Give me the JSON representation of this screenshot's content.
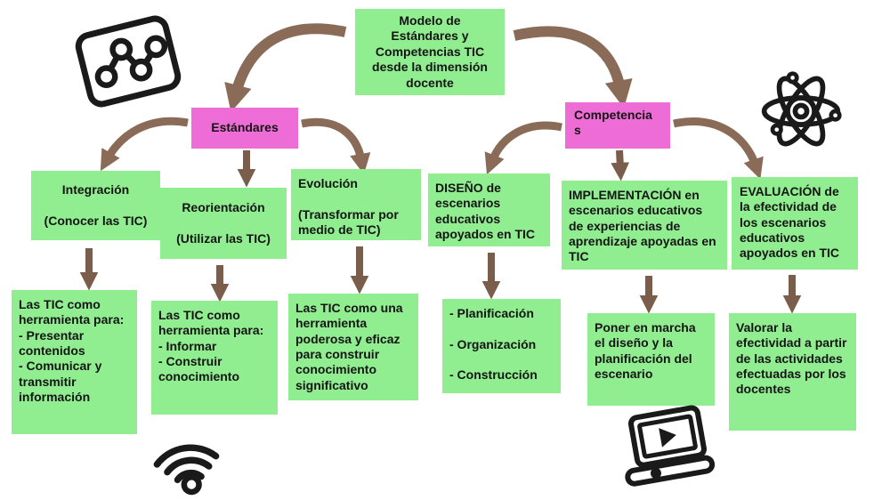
{
  "colors": {
    "node_green": "#90ee90",
    "node_pink": "#ee6cd6",
    "arrow_brown": "#8a6b57",
    "arrow_dark_brown": "#7b5d4b",
    "text": "#141414",
    "background": "#ffffff"
  },
  "root": {
    "label": "Modelo de Estándares y Competencias TIC desde la dimensión docente"
  },
  "branches": {
    "estandares": {
      "label": "Estándares",
      "stages": [
        {
          "title": "Integración\n\n(Conocer las TIC)",
          "detail": "Las TIC como herramienta para:\n- Presentar contenidos\n- Comunicar y transmitir información"
        },
        {
          "title": "Reorientación\n\n(Utilizar las TIC)",
          "detail": "Las TIC como herramienta para:\n- Informar\n- Construir conocimiento"
        },
        {
          "title": "Evolución\n\n(Transformar por medio de TIC)",
          "detail": "Las TIC como una herramienta poderosa y eficaz para construir conocimiento significativo"
        }
      ]
    },
    "competencias": {
      "label": "Competencias",
      "stages": [
        {
          "title": "DISEÑO de escenarios educativos apoyados en TIC",
          "detail": "- Planificación\n\n- Organización\n\n- Construcción"
        },
        {
          "title": "IMPLEMENTACIÓN en escenarios educativos de experiencias de aprendizaje apoyadas en TIC",
          "detail": "Poner en marcha el diseño y la planificación del escenario"
        },
        {
          "title": "EVALUACIÓN de la efectividad de los escenarios educativos apoyados en TIC",
          "detail": "Valorar la efectividad a partir de las actividades efectuadas por los docentes"
        }
      ]
    }
  },
  "icons": [
    {
      "name": "node-graph-icon",
      "position": "top-left"
    },
    {
      "name": "atom-icon",
      "position": "top-right"
    },
    {
      "name": "wifi-icon",
      "position": "bottom-left"
    },
    {
      "name": "laptop-video-icon",
      "position": "bottom-right"
    }
  ]
}
